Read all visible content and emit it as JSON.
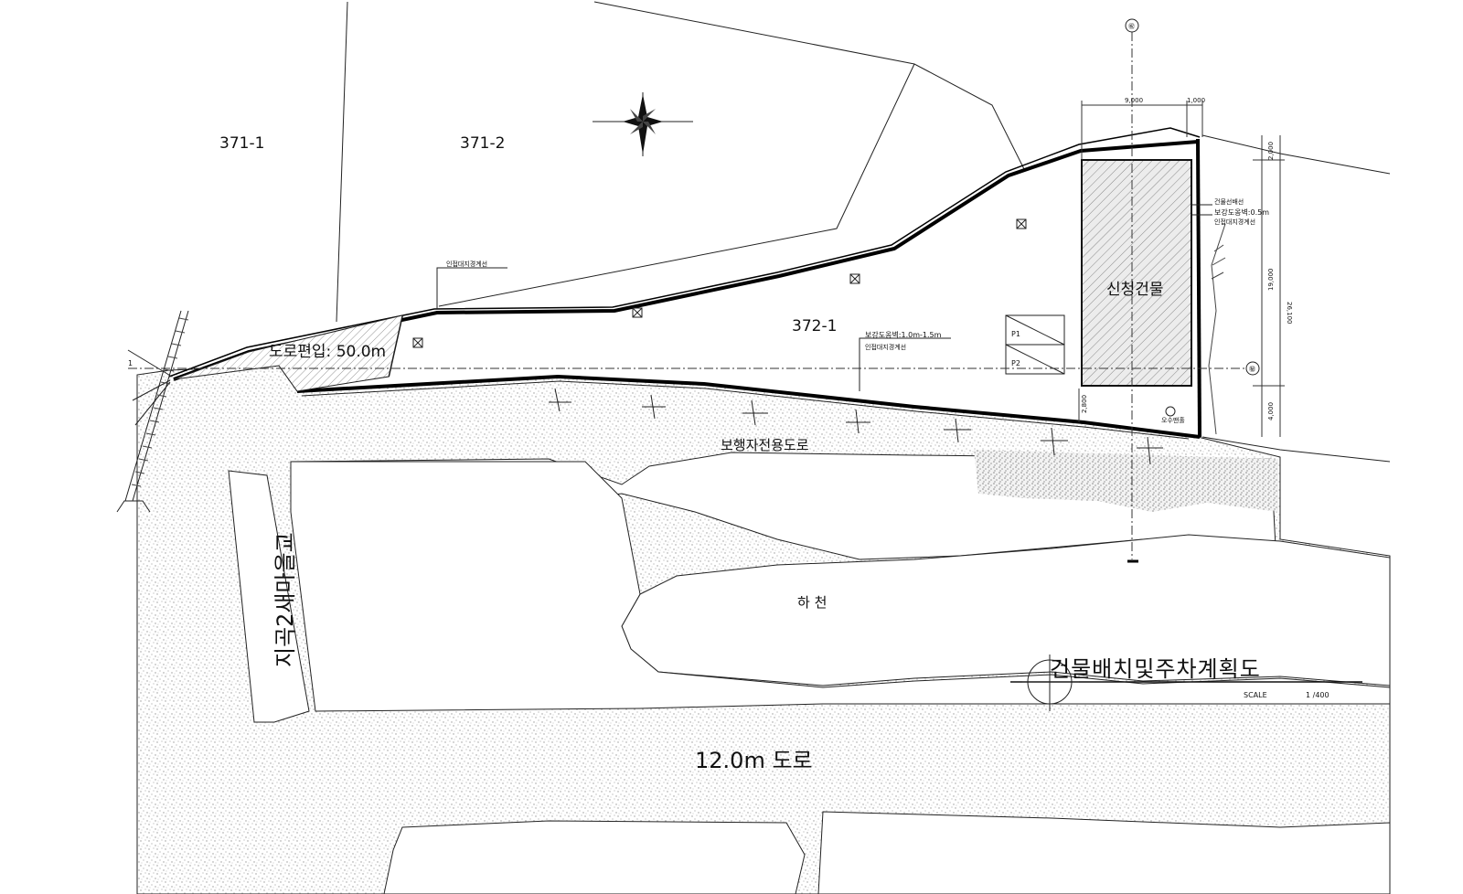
{
  "plan": {
    "title": "건물배치및주차계획도",
    "scale_label": "SCALE",
    "scale_value": "1 /400",
    "parcels": {
      "p1": "371-1",
      "p2": "371-2",
      "p3": "372-1"
    },
    "road_incorporation": "도로편입: 50.0m",
    "building_label": "신청건물",
    "pedestrian_road": "보행자전용도로",
    "stream": "하 천",
    "main_road": "12.0m 도로",
    "bridge": "지곡2새마을교",
    "parking": [
      "P1",
      "P2"
    ],
    "notes": {
      "adjacent_boundary_top": "인접대지경계선",
      "setback_main": "보강도옹벽:1.0m-1.5m",
      "adjacent_boundary_main": "인접대지경계선",
      "building_line": "건물선배선",
      "setback_right": "보강도옹벽:0.5m",
      "adjacent_boundary_right": "인접대지경계선",
      "manhole": "오수맨홀"
    },
    "dimensions": {
      "top_width": "9,000",
      "top_right": "1,000",
      "right_top": "2,000",
      "right_mid": "19,000",
      "right_total": "26,100",
      "right_bottom": "4,000",
      "bottom_left": "2,800"
    },
    "axis_marks": {
      "section": "1",
      "north": "㊗",
      "east": "㊙"
    }
  }
}
